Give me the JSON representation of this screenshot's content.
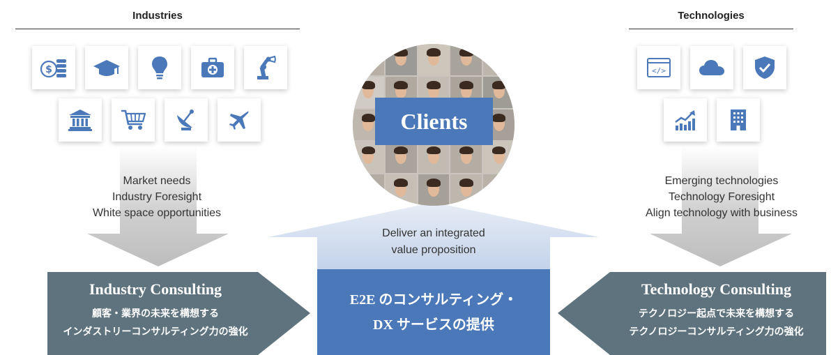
{
  "industries": {
    "heading": "Industries",
    "icons": [
      "coins-icon",
      "graduation-cap-icon",
      "lightbulb-icon",
      "medical-kit-icon",
      "robot-arm-icon",
      "bank-icon",
      "shopping-cart-icon",
      "satellite-dish-icon",
      "airplane-icon"
    ],
    "lines": [
      "Market needs",
      "Industry Foresight",
      "White space opportunities"
    ]
  },
  "technologies": {
    "heading": "Technologies",
    "icons": [
      "code-window-icon",
      "cloud-icon",
      "shield-check-icon",
      "growth-chart-icon",
      "office-building-icon"
    ],
    "lines": [
      "Emerging technologies",
      "Technology Foresight",
      "Align technology with business"
    ]
  },
  "clients": {
    "label": "Clients"
  },
  "center_arrow": {
    "lines": [
      "Deliver an integrated",
      "value proposition"
    ]
  },
  "e2e": {
    "lines": [
      "E2E のコンサルティング・",
      "DX サービスの提供"
    ]
  },
  "industry_consulting": {
    "title": "Industry Consulting",
    "lines": [
      "顧客・業界の未来を構想する",
      "インダストリーコンサルティング力の強化"
    ]
  },
  "technology_consulting": {
    "title": "Technology Consulting",
    "lines": [
      "テクノロジー起点で未来を構想する",
      "テクノロジーコンサルティング力の強化"
    ]
  },
  "colors": {
    "accent_blue": "#4a78b8",
    "slate": "#5f737e",
    "gray_arrow": "#c6c6c6",
    "light_blue": "#c9d6ea",
    "icon_blue": "#4a78b8"
  }
}
